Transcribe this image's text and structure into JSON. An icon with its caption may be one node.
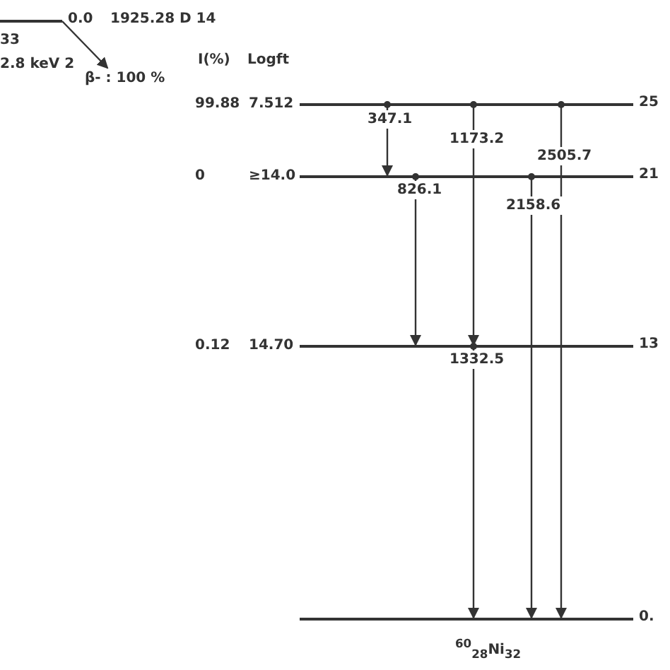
{
  "diagram": {
    "nodes": [
      {
        "text": [
          "0.0",
          "1925.28 D 14"
        ]
      },
      {
        "text": [
          "25"
        ],
        "beside": [
          "99.88",
          "7.512"
        ]
      },
      {
        "text": [
          "21"
        ],
        "beside": [
          "0",
          "≥14.0"
        ]
      },
      {
        "text": [
          "13"
        ],
        "beside": [
          "0.12",
          "14.70"
        ]
      },
      {
        "text": [
          "0."
        ]
      },
      {
        "text": [
          "β- : 100 %"
        ]
      }
    ],
    "edges": [
      {
        "from": 0,
        "to": 5,
        "arrow": "to"
      },
      {
        "from": 1,
        "to": 2,
        "arrow": "to",
        "label": "347.1"
      },
      {
        "from": 1,
        "to": 3,
        "arrow": "to",
        "label": "1173.2"
      },
      {
        "from": 1,
        "to": 4,
        "arrow": "to",
        "label": "2505.7"
      },
      {
        "from": 2,
        "to": 3,
        "arrow": "to",
        "label": "826.1"
      },
      {
        "from": 2,
        "to": 4,
        "arrow": "to",
        "label": "2158.6"
      },
      {
        "from": 3,
        "to": 4,
        "arrow": "to",
        "label": "1332.5"
      }
    ],
    "labels": [
      "33",
      "2.8 keV 2",
      "I(%)",
      "Logft",
      "$^{60}$$_{28}$Ni$_{32}$"
    ]
  }
}
